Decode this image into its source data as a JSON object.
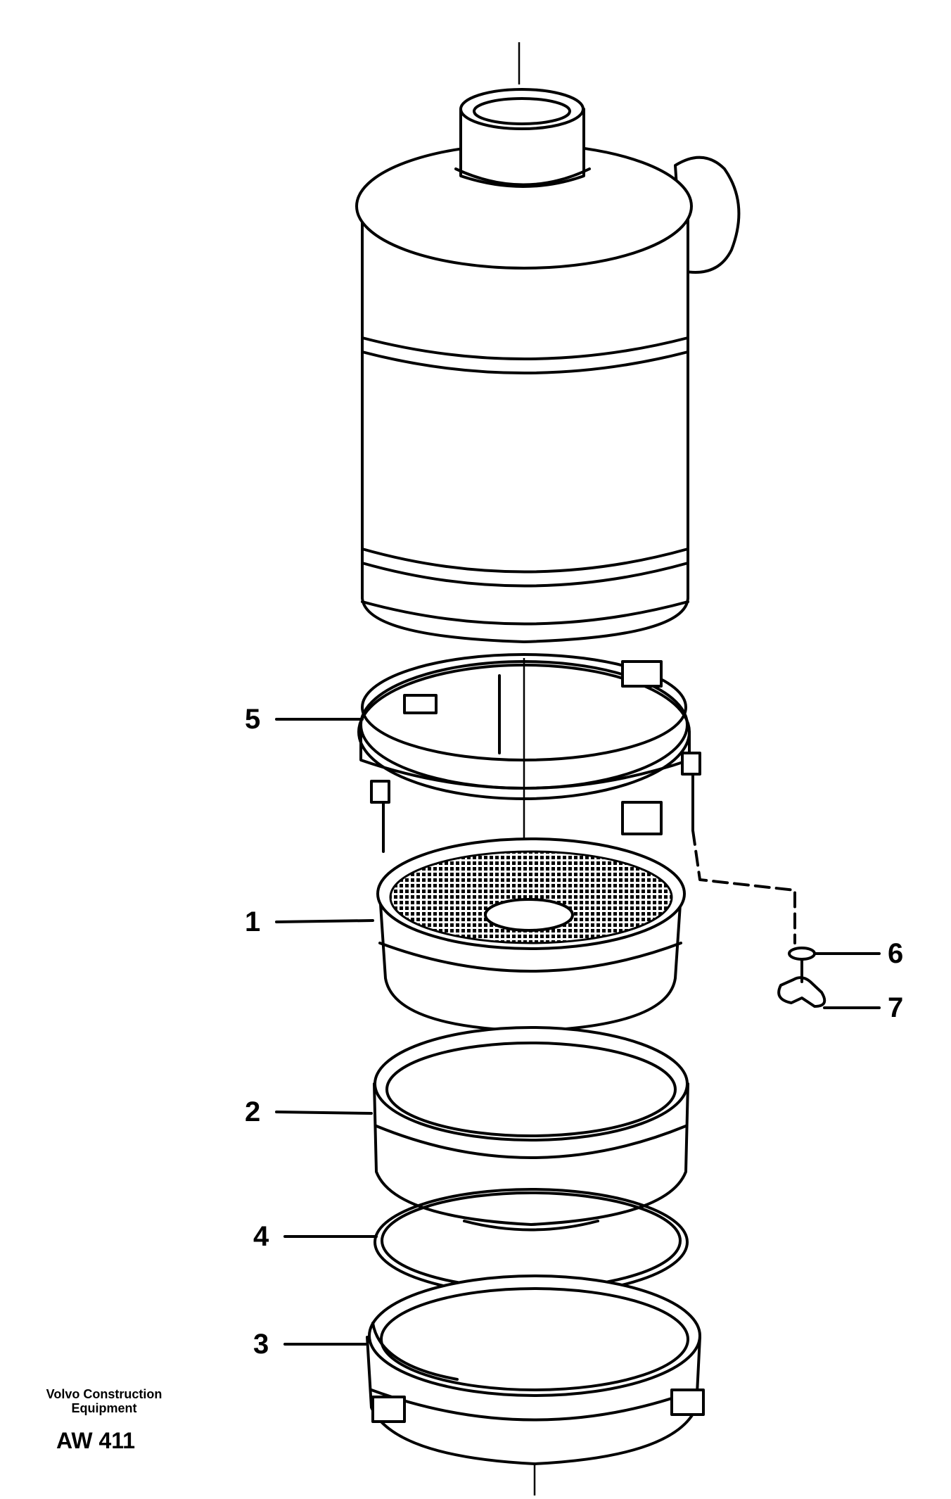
{
  "callouts": [
    {
      "id": "1",
      "label": "1"
    },
    {
      "id": "2",
      "label": "2"
    },
    {
      "id": "3",
      "label": "3"
    },
    {
      "id": "4",
      "label": "4"
    },
    {
      "id": "5",
      "label": "5"
    },
    {
      "id": "6",
      "label": "6"
    },
    {
      "id": "7",
      "label": "7"
    }
  ],
  "footer": {
    "company_line1": "Volvo Construction",
    "company_line2": "Equipment",
    "code": "AW 411"
  }
}
